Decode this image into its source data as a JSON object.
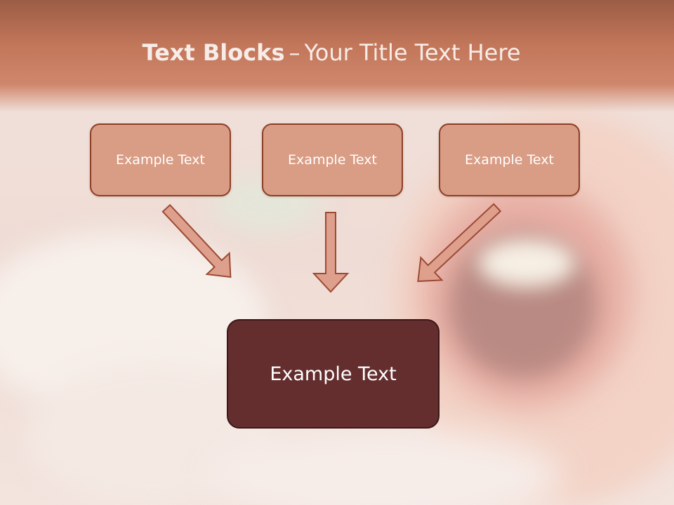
{
  "title": {
    "bold": "Text Blocks",
    "dash": "–",
    "rest": "Your Title Text Here"
  },
  "boxes": {
    "top": [
      "Example Text",
      "Example Text",
      "Example Text"
    ],
    "center": "Example Text"
  },
  "colors": {
    "header": "#c2765a",
    "small_box_fill": "#d99c84",
    "small_box_border": "#8e3e26",
    "center_box_fill": "#642e2f",
    "arrow_fill": "#dea08c",
    "arrow_stroke": "#9c4a34"
  }
}
